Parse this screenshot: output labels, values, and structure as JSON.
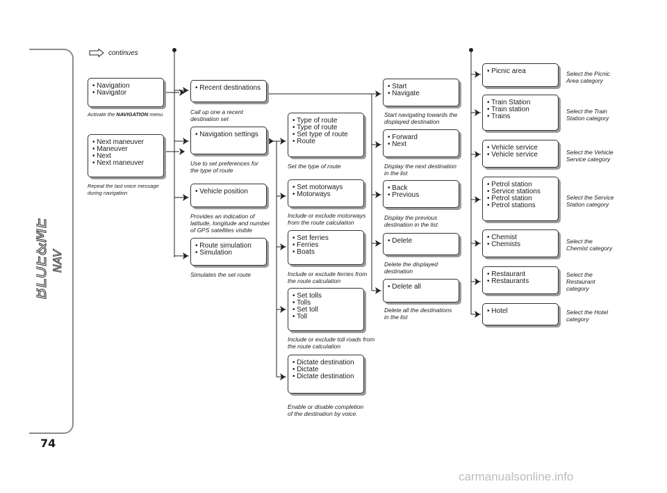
{
  "page": {
    "number": "74",
    "watermark": "carmanualsonline.info"
  },
  "brand": {
    "logo": "blue&me nav"
  },
  "continues": {
    "label": "continues",
    "icon": "arrow-right-outline-icon"
  },
  "col1": [
    {
      "items": [
        "Navigation",
        "Navigator"
      ],
      "caption_pre": "Activate the ",
      "caption_bold": "NAVIGATION",
      "caption_post": " menu"
    },
    {
      "items": [
        "Next maneuver",
        "Maneuver",
        "Next",
        "Next maneuver"
      ],
      "caption": "Repeat the last voice message during navigation"
    }
  ],
  "col2": [
    {
      "items": [
        "Recent destinations"
      ],
      "caption": "Call up one a recent destination set"
    },
    {
      "items": [
        "Navigation settings"
      ],
      "caption": "Use to set preferences for the type of route"
    },
    {
      "items": [
        "Vehicle position"
      ],
      "caption": "Provides an indication of latitude, longitude and number of GPS satellites visible"
    },
    {
      "items": [
        "Route simulation",
        "Simulation"
      ],
      "caption": "Simulates the set route"
    }
  ],
  "col3": [
    {
      "items": [
        "Type of route",
        "Type of route",
        "Set type of route",
        "Route"
      ],
      "caption": "Set the type of route"
    },
    {
      "items": [
        "Set motorways",
        "Motorways"
      ],
      "caption": "Include or exclude motorways from the route calculation"
    },
    {
      "items": [
        "Set ferries",
        "Ferries",
        "Boats"
      ],
      "caption": "Include or exclude ferries from the route calculation"
    },
    {
      "items": [
        "Set tolls",
        "Tolls",
        "Set toll",
        "Toll"
      ],
      "caption": "Include or exclude toll roads from the route calculation"
    },
    {
      "items": [
        "Dictate destination",
        "Dictate",
        "Dictate destination"
      ],
      "caption": "Enable or disable completion of the destination by voice."
    }
  ],
  "col4": [
    {
      "items": [
        "Start",
        "Navigate"
      ],
      "caption": "Start navigating towards the displayed destination"
    },
    {
      "items": [
        "Forward",
        "Next"
      ],
      "caption": "Display the next destination in the list"
    },
    {
      "items": [
        "Back",
        "Previous"
      ],
      "caption": "Display the previous destination in the list"
    },
    {
      "items": [
        "Delete"
      ],
      "caption": "Delete the displayed destination"
    },
    {
      "items": [
        "Delete all"
      ],
      "caption": "Delete all the destinations in the list"
    }
  ],
  "col5": [
    {
      "items": [
        "Picnic area"
      ],
      "caption": "Select the Picnic Area category"
    },
    {
      "items": [
        "Train Station",
        "Train station",
        "Trains"
      ],
      "caption": "Select the Train Station category"
    },
    {
      "items": [
        "Vehicle service",
        "Vehicle service"
      ],
      "caption": "Select the Vehicle Service category"
    },
    {
      "items": [
        "Petrol station",
        "Service stations",
        "Petrol station",
        "Petrol stations"
      ],
      "caption": "Select the Service Station category"
    },
    {
      "items": [
        "Chemist",
        "Chemists"
      ],
      "caption": "Select the Chemist category"
    },
    {
      "items": [
        "Restaurant",
        "Restaurants"
      ],
      "caption": "Select the Restaurant category"
    },
    {
      "items": [
        "Hotel"
      ],
      "caption": "Select the Hotel category"
    }
  ]
}
